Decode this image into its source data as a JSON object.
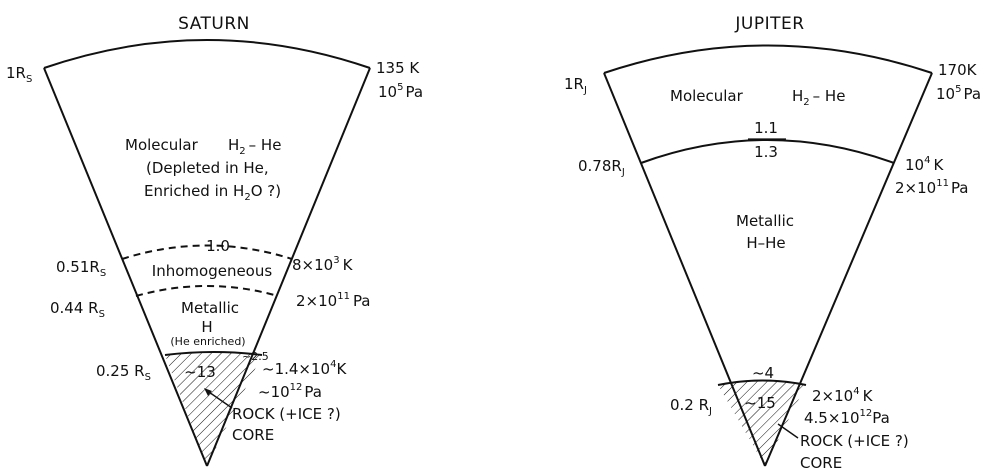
{
  "saturn": {
    "title": "SATURN",
    "r_outer": "1R",
    "r_outer_sub": "S",
    "top_temp": "135 K",
    "top_pres_base": "10",
    "top_pres_exp": "5",
    "top_pres_unit": "Pa",
    "molecular_label": "Molecular",
    "molecular_comp": "H",
    "molecular_comp_sub": "2",
    "molecular_comp_rest": "– He",
    "depleted": "(Depleted in He,",
    "enriched_a": "Enriched in H",
    "enriched_sub": "2",
    "enriched_b": "O ?)",
    "val_1_0": "1.0",
    "r_051": "0.51R",
    "r_051_sub": "S",
    "inhomogeneous": "Inhomogeneous",
    "temp_8e3_base": "8×10",
    "temp_8e3_exp": "3",
    "temp_8e3_unit": "K",
    "r_044": "0.44 R",
    "r_044_sub": "S",
    "pres_2e11_base": "2×10",
    "pres_2e11_exp": "11",
    "pres_2e11_unit": "Pa",
    "metallic": "Metallic",
    "metallic_h": "H",
    "he_enriched": "(He enriched)",
    "val_25": "~2.5",
    "r_025": "0.25 R",
    "r_025_sub": "S",
    "val_13": "~13",
    "core_temp_base": "~1.4×10",
    "core_temp_exp": "4",
    "core_temp_unit": "K",
    "core_pres_base": "~10",
    "core_pres_exp": "12",
    "core_pres_unit": "Pa",
    "rock": "ROCK (+ICE ?)",
    "core": "CORE"
  },
  "jupiter": {
    "title": "JUPITER",
    "r_outer": "1R",
    "r_outer_sub": "J",
    "top_temp": "170K",
    "top_pres_base": "10",
    "top_pres_exp": "5",
    "top_pres_unit": "Pa",
    "molecular_label": "Molecular",
    "molecular_comp": "H",
    "molecular_comp_sub": "2",
    "molecular_comp_rest": "– He",
    "val_1_1": "1.1",
    "val_1_3": "1.3",
    "r_078": "0.78R",
    "r_078_sub": "J",
    "temp_1e4_base": "10",
    "temp_1e4_exp": "4",
    "temp_1e4_unit": "K",
    "pres_2e11_base": "2×10",
    "pres_2e11_exp": "11",
    "pres_2e11_unit": "Pa",
    "metallic": "Metallic",
    "metallic_hhe": "H–He",
    "val_4": "~4",
    "r_02": "0.2 R",
    "r_02_sub": "J",
    "val_15": "~15",
    "core_temp_base": "2×10",
    "core_temp_exp": "4",
    "core_temp_unit": "K",
    "core_pres_base": "4.5×10",
    "core_pres_exp": "12",
    "core_pres_unit": "Pa",
    "rock": "ROCK (+ICE ?)",
    "core": "CORE"
  }
}
